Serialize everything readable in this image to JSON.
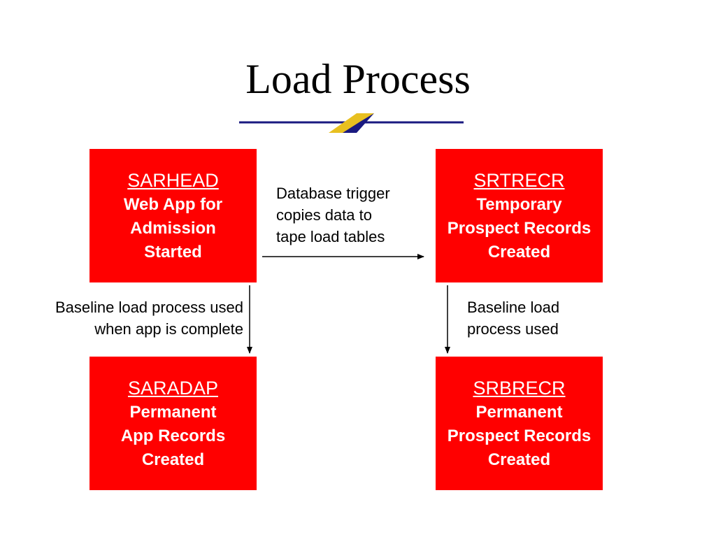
{
  "title": "Load Process",
  "colors": {
    "box_fill": "#ff0000",
    "box_text": "#ffffff",
    "divider_line": "#1a1a80",
    "divider_accent": "#e8c020"
  },
  "boxes": {
    "sarhead": {
      "code": "SARHEAD",
      "description": "Web App for\nAdmission\nStarted"
    },
    "srtrecr": {
      "code": "SRTRECR",
      "description": "Temporary\nProspect Records\nCreated"
    },
    "saradap": {
      "code": "SARADAP",
      "description": "Permanent\nApp Records\nCreated"
    },
    "srbrecr": {
      "code": "SRBRECR",
      "description": "Permanent\nProspect Records\nCreated"
    }
  },
  "notes": {
    "trigger": "Database trigger\ncopies data to\ntape load tables",
    "baseline_left": "Baseline load process used\nwhen app is complete",
    "baseline_right": "Baseline load\nprocess used"
  }
}
